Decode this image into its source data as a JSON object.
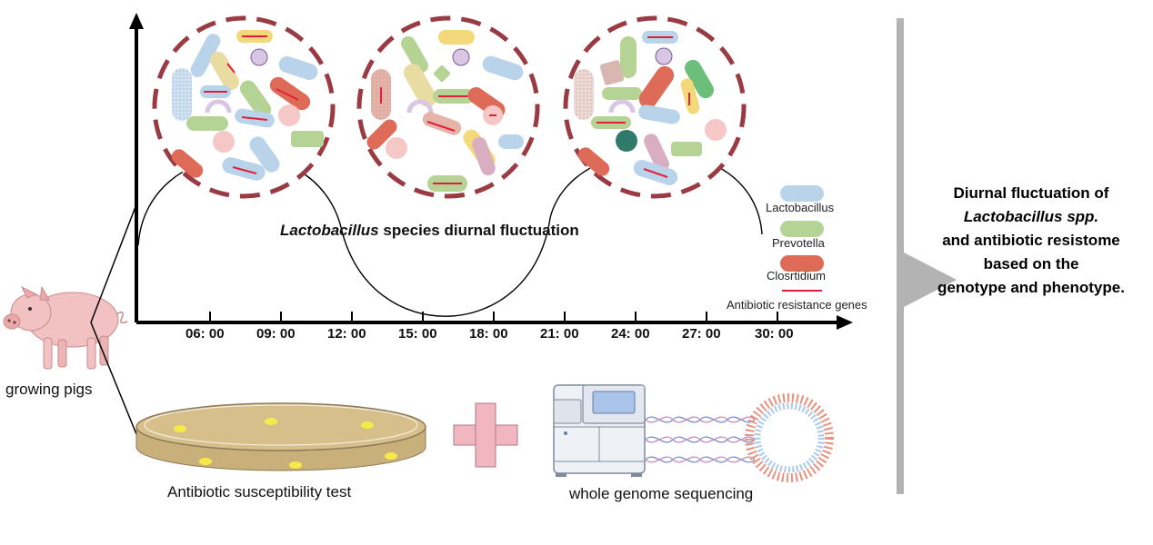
{
  "diagram": {
    "main_label": {
      "italic_part": "Lactobacillus",
      "rest": " species diurnal fluctuation"
    },
    "time_axis": {
      "ticks": [
        "06: 00",
        "09: 00",
        "12: 00",
        "15: 00",
        "18: 00",
        "21: 00",
        "24: 00",
        "27: 00",
        "30: 00"
      ]
    },
    "legend": {
      "items": [
        {
          "label": "Lactobacillus",
          "color": "#b9d3ea"
        },
        {
          "label": "Prevotella",
          "color": "#b6d396"
        },
        {
          "label": "Closrtidium",
          "color": "#de6b58"
        },
        {
          "label": "Antibiotic resistance genes",
          "color": "#e0203a"
        }
      ]
    },
    "subject_label": "growing pigs",
    "method_labels": {
      "susceptibility": "Antibiotic susceptibility test",
      "sequencing": "whole genome sequencing"
    },
    "summary": {
      "line1": "Diurnal fluctuation of",
      "line2": "Lactobacillus spp.",
      "line3": "and  antibiotic resistome",
      "line4": "based on the",
      "line5": "genotype and phenotype."
    },
    "colors": {
      "circle_border": "#9a3b44",
      "divider_bar": "#b3b3b3",
      "cross": "#f1b6c0",
      "pig": "#f2c2c2",
      "dish": "#d7bf8c"
    }
  }
}
